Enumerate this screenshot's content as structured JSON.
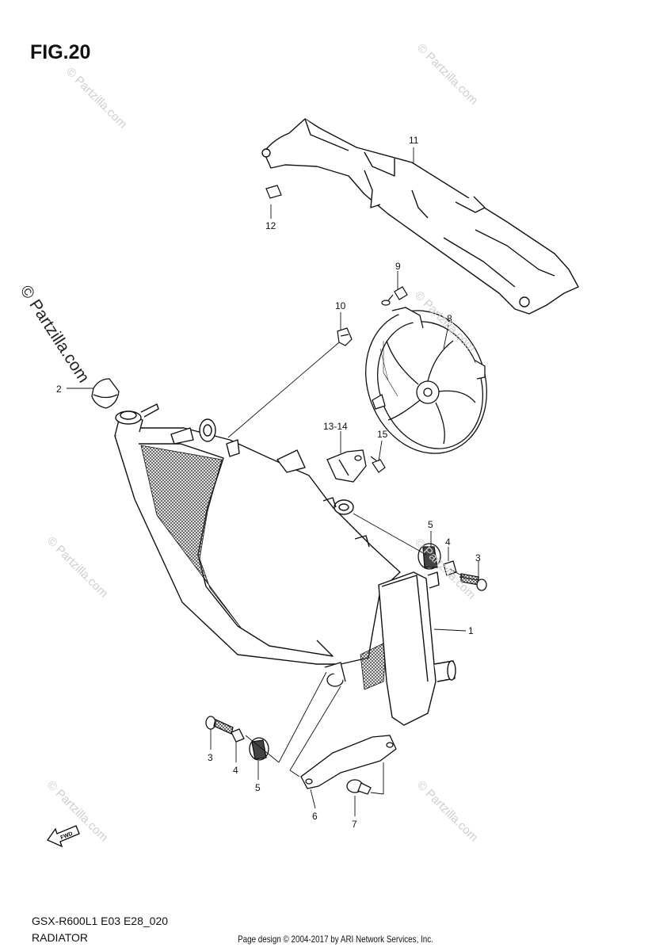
{
  "figure": {
    "title": "FIG.20",
    "model_code": "GSX-R600L1 E03 E28_020",
    "section_name": "RADIATOR"
  },
  "watermark": {
    "side_text": "© Partzilla.com",
    "tile_text": "© Partzilla.com"
  },
  "footer": {
    "text": "Page design © 2004-2017 by ARI Network Services, Inc."
  },
  "fwd_label": "FWD",
  "callouts": [
    "11",
    "12",
    "9",
    "10",
    "8",
    "2",
    "13-14",
    "15",
    "5",
    "4",
    "3",
    "1",
    "3",
    "4",
    "5",
    "6",
    "7"
  ]
}
